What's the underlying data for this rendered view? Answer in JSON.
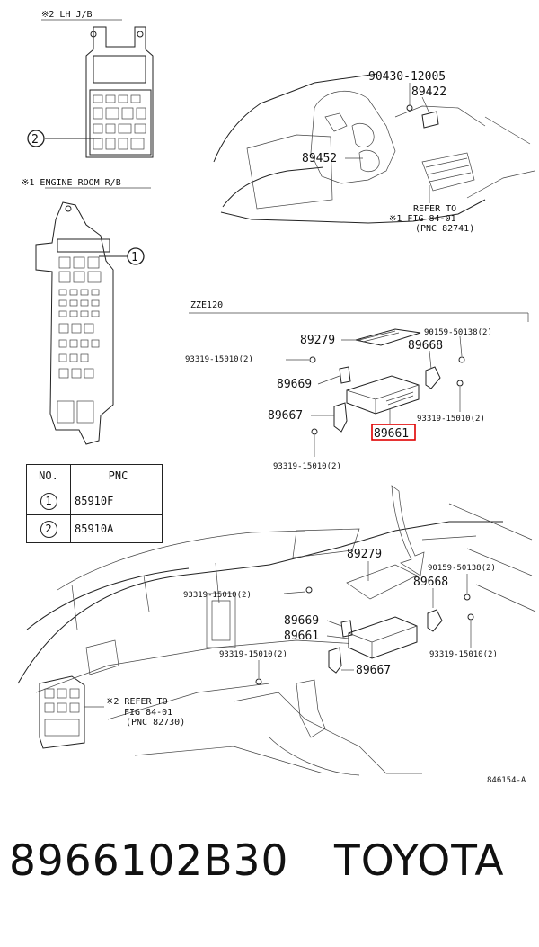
{
  "box_labels": {
    "lh_jb": "※2 LH J/B",
    "engine_room_rb": "※1 ENGINE ROOM R/B",
    "zze120": "ZZE120"
  },
  "callouts": {
    "c1": "1",
    "c2": "2"
  },
  "engine_parts": {
    "p90430": "90430-12005",
    "p89422": "89422",
    "p89452": "89452",
    "refer1_line1": "REFER TO",
    "refer1_line2": "※1 FIG 84-01",
    "refer1_line3": "(PNC 82741)"
  },
  "ecu_detail": {
    "p89279": "89279",
    "p90159": "90159-50138(2)",
    "p89668": "89668",
    "p93319_a": "93319-15010(2)",
    "p89669": "89669",
    "p89667": "89667",
    "p93319_b": "93319-15010(2)",
    "p89661": "89661",
    "p93319_c": "93319-15010(2)"
  },
  "dash_parts": {
    "p89279": "89279",
    "p90159": "90159-50138(2)",
    "p89668": "89668",
    "p93319_a": "93319-15010(2)",
    "p89669": "89669",
    "p89661": "89661",
    "p93319_b": "93319-15010(2)",
    "p89667": "89667",
    "p93319_c": "93319-15010(2)",
    "refer2_line1": "※2 REFER TO",
    "refer2_line2": "FIG 84-01",
    "refer2_line3": "(PNC 82730)",
    "fig_code": "846154-A"
  },
  "pnc_table": {
    "header_no": "NO.",
    "header_pnc": "PNC",
    "rows": [
      {
        "no": "1",
        "pnc": "85910F"
      },
      {
        "no": "2",
        "pnc": "85910A"
      }
    ]
  },
  "footer": {
    "part_number": "8966102B30",
    "brand": "TOYOTA"
  },
  "colors": {
    "highlight": "#e00000",
    "ink": "#222222"
  }
}
